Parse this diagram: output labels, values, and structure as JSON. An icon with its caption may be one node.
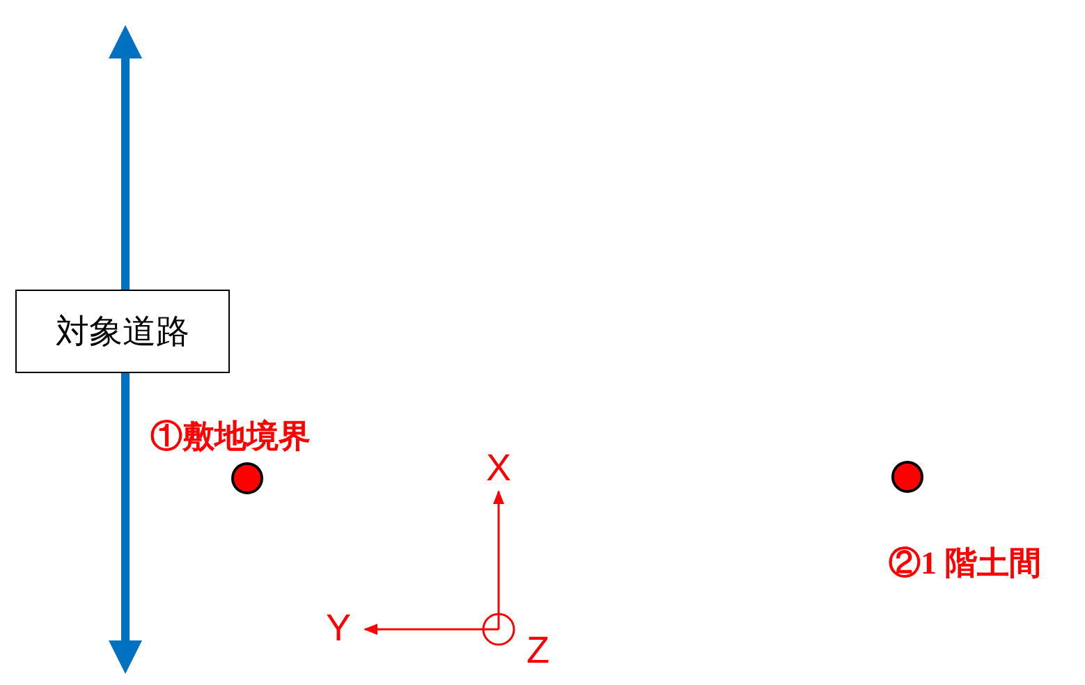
{
  "diagram": {
    "nodes": [
      {
        "text": [
          "対象道路"
        ]
      },
      {
        "text": [],
        "shape": "circle",
        "beside": [
          "①敷地境界"
        ]
      },
      {
        "text": [],
        "shape": "circle",
        "beside": [
          "②1 階土間"
        ]
      }
    ],
    "labels": [
      "X",
      "Y",
      "Z"
    ]
  }
}
